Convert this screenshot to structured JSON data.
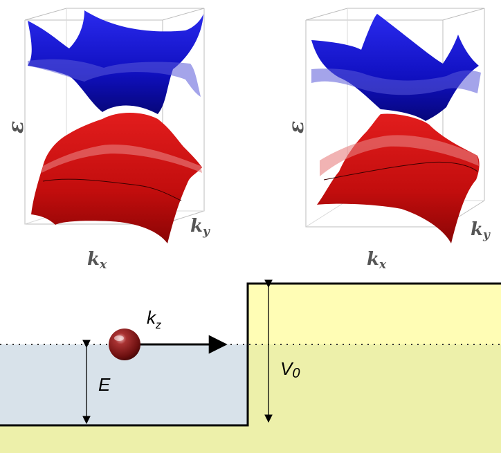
{
  "panels": [
    {
      "energy_label": "ε",
      "kx_label": "k",
      "kx_sub": "x",
      "ky_label": "k",
      "ky_sub": "y"
    },
    {
      "energy_label": "ε",
      "kx_label": "k",
      "kx_sub": "x",
      "ky_label": "k",
      "ky_sub": "y"
    }
  ],
  "barrier": {
    "momentum_label": "k",
    "momentum_sub": "z",
    "energy_label": "E",
    "potential_label": "V",
    "potential_sub": "0"
  },
  "colors": {
    "upper_band": "#1010cc",
    "lower_band": "#cc0f0f",
    "well_fill": "#d8e2ea",
    "barrier_fill": "#fffdb5",
    "ground_fill": "#edf0aa",
    "particle": "#8a1c1c"
  }
}
